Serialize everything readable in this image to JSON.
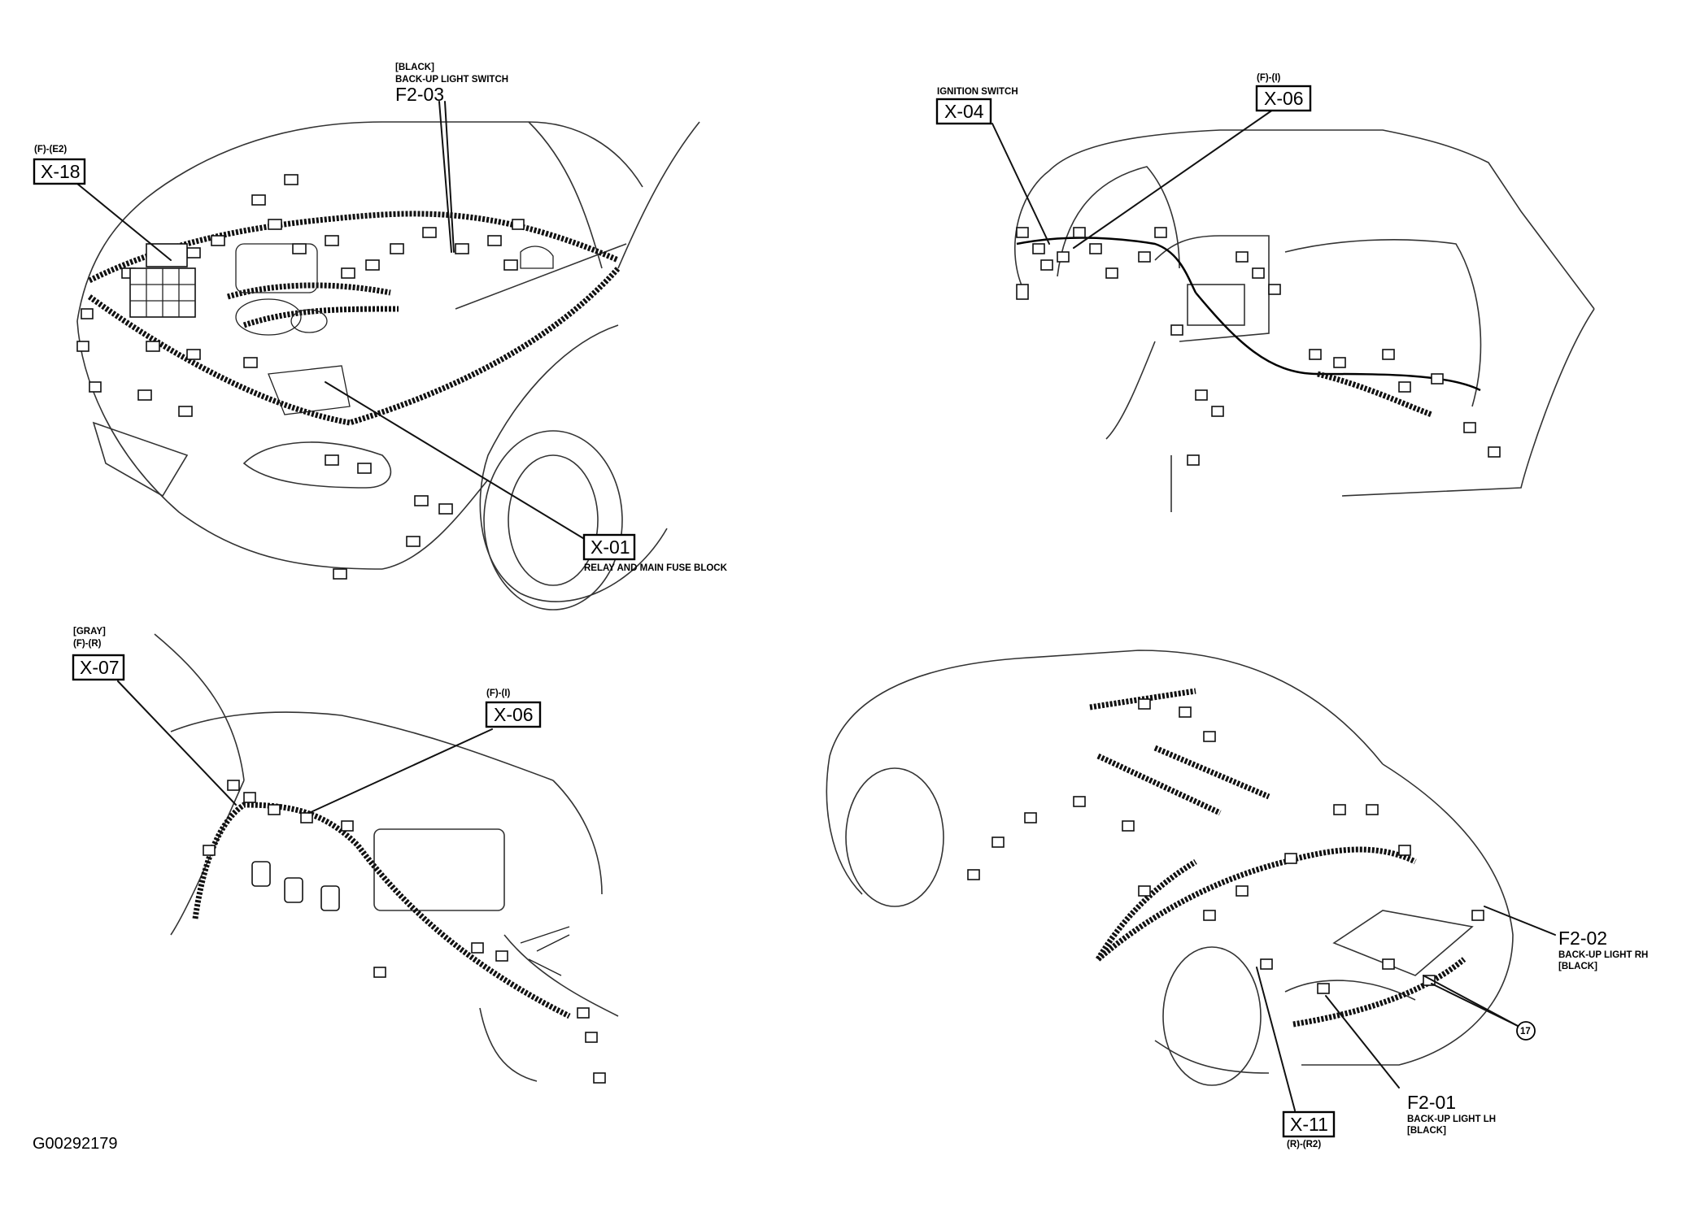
{
  "figure_id": "G00292179",
  "callouts": {
    "f203": {
      "note1": "[BLACK]",
      "note2": "BACK-UP LIGHT SWITCH",
      "code": "F2-03"
    },
    "x18": {
      "note1": "(F)-(E2)",
      "code": "X-18"
    },
    "x01": {
      "code": "X-01",
      "note1": "RELAY AND MAIN FUSE BLOCK"
    },
    "x04": {
      "note1": "IGNITION SWITCH",
      "code": "X-04"
    },
    "x06a": {
      "note1": "(F)-(I)",
      "code": "X-06"
    },
    "x07": {
      "note1": "[GRAY]",
      "note2": "(F)-(R)",
      "code": "X-07"
    },
    "x06b": {
      "note1": "(F)-(I)",
      "code": "X-06"
    },
    "f202": {
      "code": "F2-02",
      "note1": "BACK-UP LIGHT RH",
      "note2": "[BLACK]"
    },
    "circ17": {
      "label": "17"
    },
    "f201": {
      "code": "F2-01",
      "note1": "BACK-UP LIGHT LH",
      "note2": "[BLACK]"
    },
    "x11": {
      "code": "X-11",
      "note1": "(R)-(R2)"
    }
  }
}
